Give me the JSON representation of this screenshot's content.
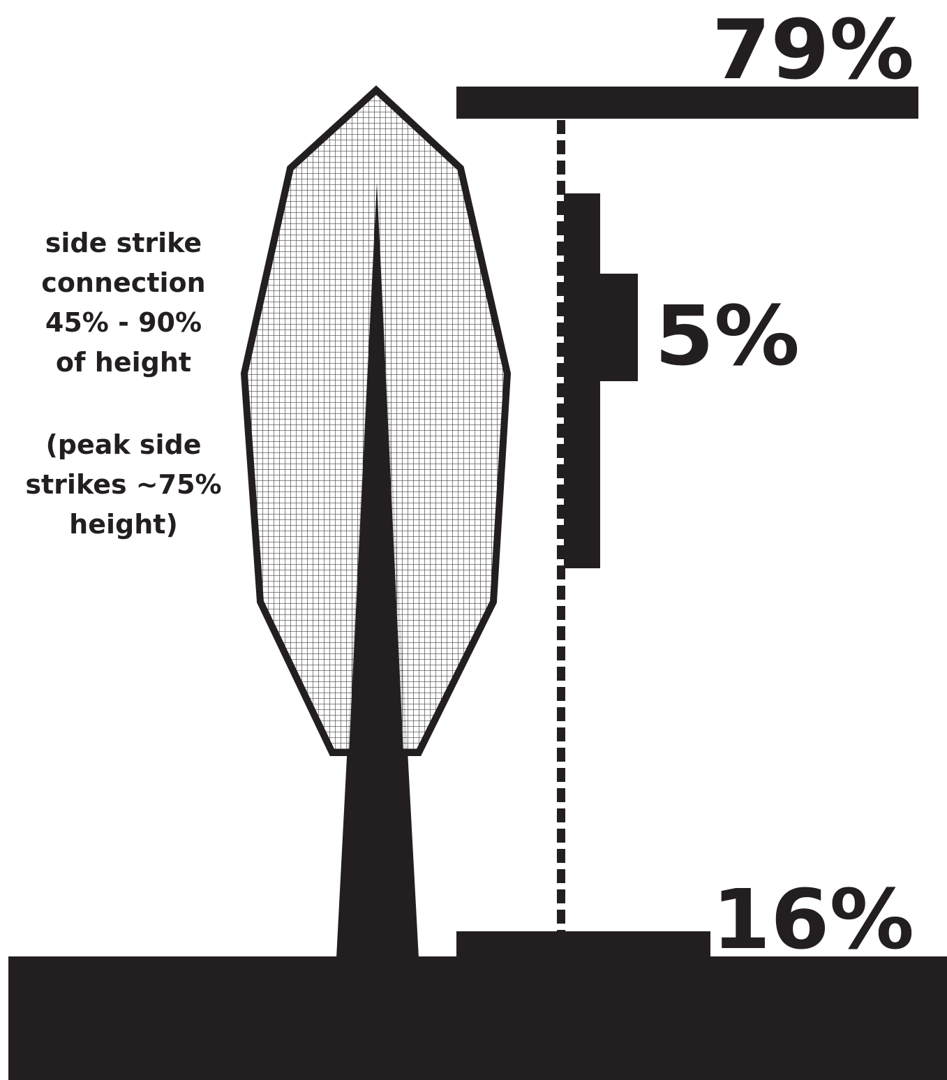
{
  "label_top_percent": "79%",
  "label_middle_percent": "5%",
  "label_bottom_percent": "16%",
  "note_lines": [
    "side strike",
    "connection",
    "45% - 90%",
    "of height",
    "",
    "(peak side",
    "strikes ~75%",
    "height)"
  ],
  "colors": {
    "ink": "#231f20",
    "background": "#ffffff"
  }
}
